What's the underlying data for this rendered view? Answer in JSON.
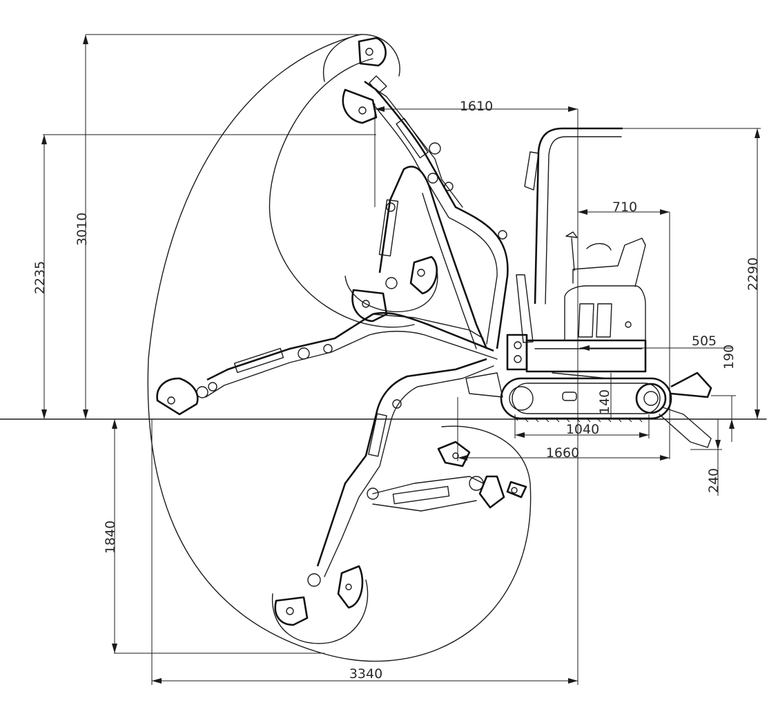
{
  "colors": {
    "line": "#1a1a1a",
    "background": "#ffffff"
  },
  "dimensions": {
    "max_dig_height": "3010",
    "max_dump_height": "2235",
    "max_dig_depth": "1840",
    "max_reach": "3340",
    "min_swing_radius": "1610",
    "tail_swing_radius": "710",
    "overall_height": "2290",
    "counterweight_clearance": "505",
    "blade_lift": "190",
    "ground_clearance": "140",
    "track_length": "1040",
    "transport_length": "1660",
    "blade_depth": "240"
  }
}
